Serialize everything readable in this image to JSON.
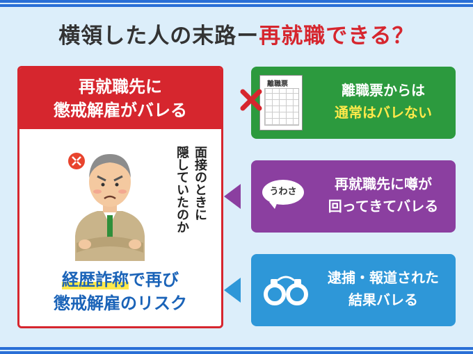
{
  "title": {
    "prefix": "横領した人の末路ー",
    "accent": "再就職できる？"
  },
  "left_card": {
    "head_line1": "再就職先に",
    "head_line2": "懲戒解雇がバレる",
    "vertical_line1": "面接のときに",
    "vertical_line2": "隠していたのか",
    "bottom_line1_hl": "経歴詐称",
    "bottom_line1_rest": "で再び",
    "bottom_line2": "懲戒解雇のリスク"
  },
  "right_boxes": [
    {
      "line1": "離職票からは",
      "line2": "通常はバレない",
      "icon": "document-icon",
      "doc_title": "離職票"
    },
    {
      "line1": "再就職先に噂が",
      "line2": "回ってきてバレる",
      "icon": "speech-bubble-icon",
      "bubble_text": "うわさ"
    },
    {
      "line1": "逮捕・報道された",
      "line2": "結果バレる",
      "icon": "handcuffs-icon"
    }
  ],
  "colors": {
    "red": "#d6262e",
    "green": "#2c9a3e",
    "purple": "#8b3fa0",
    "blue": "#2e97d8",
    "navy": "#1a63b8",
    "yellow": "#ffe94a",
    "bg": "#dceefa"
  }
}
